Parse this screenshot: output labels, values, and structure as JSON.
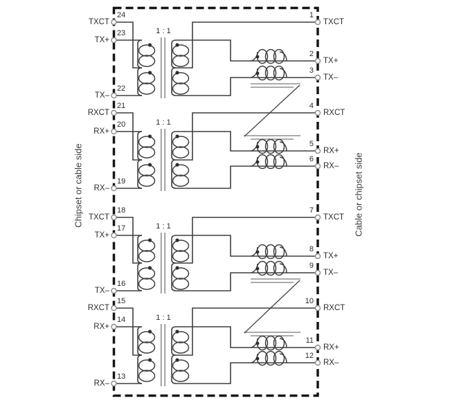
{
  "diagram": {
    "side_labels": {
      "left": "Chipset or cable side",
      "right": "Cable or chipset side"
    },
    "transformer_ratio_label": "1 : 1",
    "left_pins": [
      {
        "number": "24",
        "label": "TXCT"
      },
      {
        "number": "23",
        "label": "TX+"
      },
      {
        "number": "22",
        "label": "TX–"
      },
      {
        "number": "21",
        "label": "RXCT"
      },
      {
        "number": "20",
        "label": "RX+"
      },
      {
        "number": "19",
        "label": "RX–"
      },
      {
        "number": "18",
        "label": "TXCT"
      },
      {
        "number": "17",
        "label": "TX+"
      },
      {
        "number": "16",
        "label": "TX–"
      },
      {
        "number": "15",
        "label": "RXCT"
      },
      {
        "number": "14",
        "label": "RX+"
      },
      {
        "number": "13",
        "label": "RX–"
      }
    ],
    "right_pins": [
      {
        "number": "1",
        "label": "TXCT"
      },
      {
        "number": "2",
        "label": "TX+"
      },
      {
        "number": "3",
        "label": "TX–"
      },
      {
        "number": "4",
        "label": "RXCT"
      },
      {
        "number": "5",
        "label": "RX+"
      },
      {
        "number": "6",
        "label": "RX–"
      },
      {
        "number": "7",
        "label": "TXCT"
      },
      {
        "number": "8",
        "label": "TX+"
      },
      {
        "number": "9",
        "label": "TX–"
      },
      {
        "number": "10",
        "label": "RXCT"
      },
      {
        "number": "11",
        "label": "RX+"
      },
      {
        "number": "12",
        "label": "RX–"
      }
    ],
    "colors": {
      "wire": "#3f3f3f",
      "core": "#979797",
      "outline": "#161616",
      "text": "#2b2b2b",
      "background": "#ffffff"
    }
  }
}
